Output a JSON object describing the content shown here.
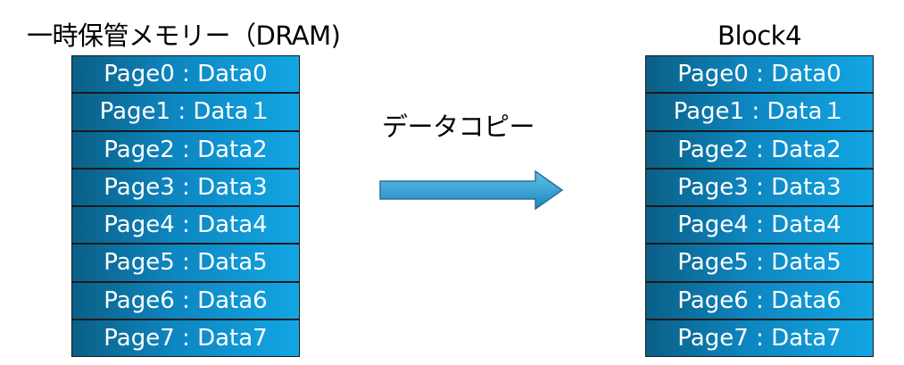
{
  "left_panel": {
    "title": "一時保管メモリー（DRAM)",
    "rows": [
      {
        "label": "Page0 : Data0"
      },
      {
        "label": "Page1 : Data１"
      },
      {
        "label": "Page2 : Data2"
      },
      {
        "label": "Page3 : Data3"
      },
      {
        "label": "Page4 : Data4"
      },
      {
        "label": "Page5 : Data5"
      },
      {
        "label": "Page6 : Data6"
      },
      {
        "label": "Page7 : Data7"
      }
    ]
  },
  "right_panel": {
    "title": "Block4",
    "rows": [
      {
        "label": "Page0 : Data0"
      },
      {
        "label": "Page1 : Data１"
      },
      {
        "label": "Page2 : Data2"
      },
      {
        "label": "Page3 : Data3"
      },
      {
        "label": "Page4 : Data4"
      },
      {
        "label": "Page5 : Data5"
      },
      {
        "label": "Page6 : Data6"
      },
      {
        "label": "Page7 : Data7"
      }
    ]
  },
  "copy_arrow": {
    "label": "データコピー",
    "direction": "right",
    "icon": "arrow-right-icon"
  },
  "colors": {
    "cell_dark": "#0a5f86",
    "cell_light": "#12a6e4",
    "cell_text": "#ffffff",
    "cell_border": "#1a1a1a",
    "arrow_fill_light": "#5fc3ea",
    "arrow_fill_dark": "#1d86bd",
    "arrow_stroke": "#2a6f9c"
  }
}
